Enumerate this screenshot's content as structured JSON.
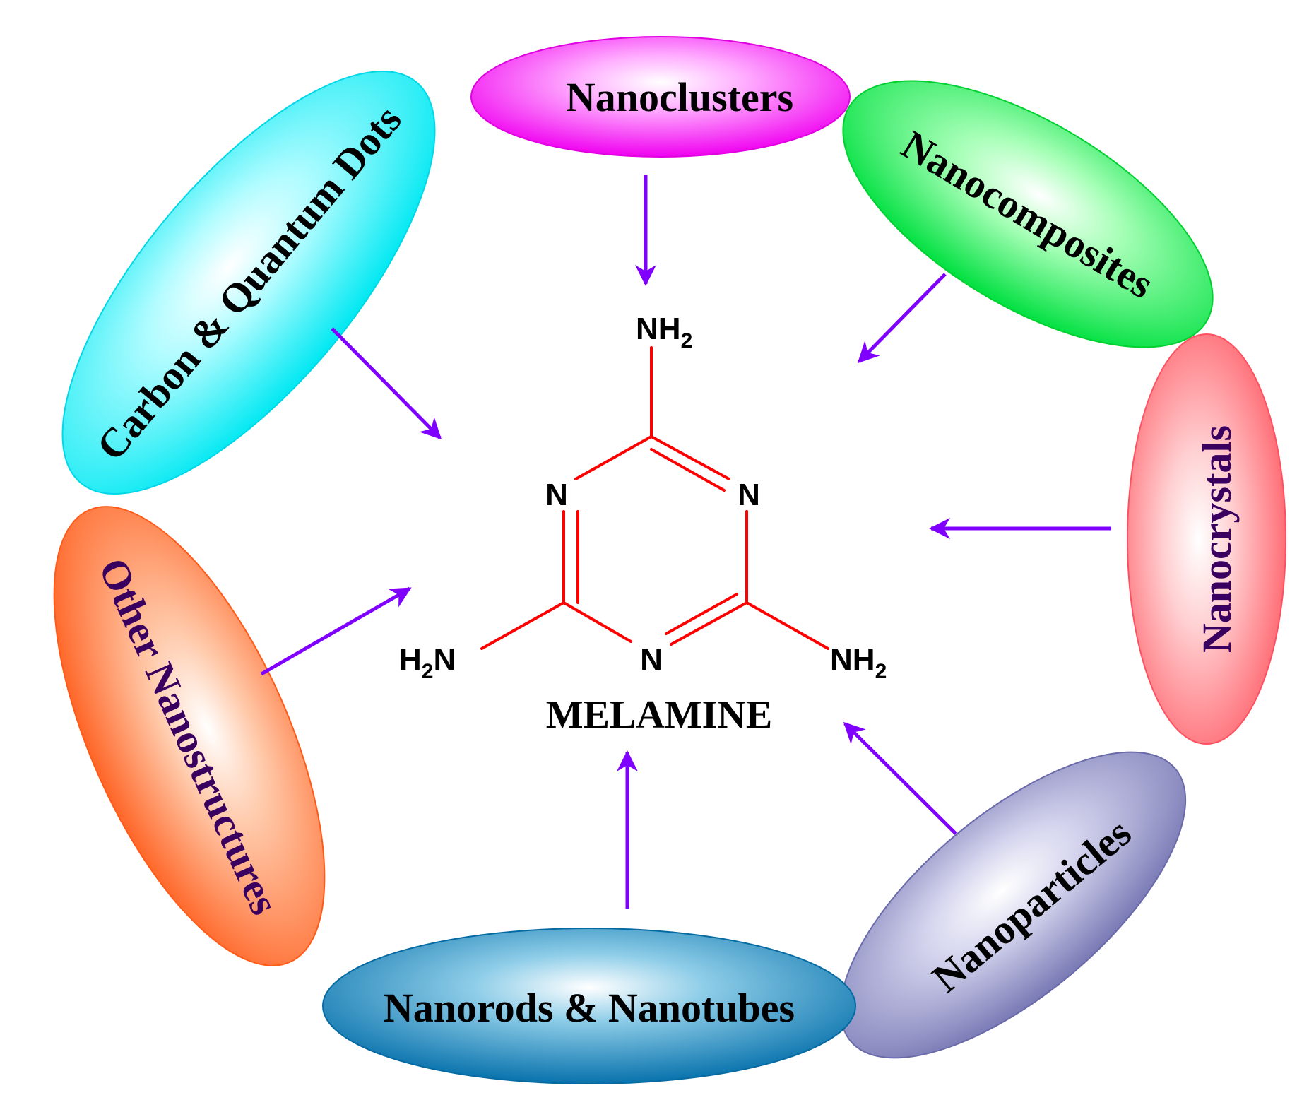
{
  "colors": {
    "arrow": "#8000ff",
    "bond": "#ff0000",
    "nanoclusters": "#ff00ff",
    "nanocomposites": "#00e640",
    "carbon_quantum_dots": "#00e5f0",
    "nanocrystals": "#ff5a66",
    "other_nanostructures": "#ff6a2a",
    "nanoparticles": "#7a7ab8",
    "nanorods_nanotubes": "#0a7ab4",
    "purple_text": "#3a0060"
  },
  "labels": {
    "nanoclusters": "Nanoclusters",
    "nanocomposites": "Nanocomposites",
    "carbon_quantum_dots": "Carbon & Quantum Dots",
    "nanocrystals": "Nanocrystals",
    "other_nanostructures": "Other Nanostructures",
    "nanoparticles": "Nanoparticles",
    "nanorods_nanotubes": "Nanorods & Nanotubes"
  },
  "molecule": {
    "name": "MELAMINE",
    "nh": "NH",
    "h": "H",
    "n": "N",
    "sub2": "2"
  }
}
